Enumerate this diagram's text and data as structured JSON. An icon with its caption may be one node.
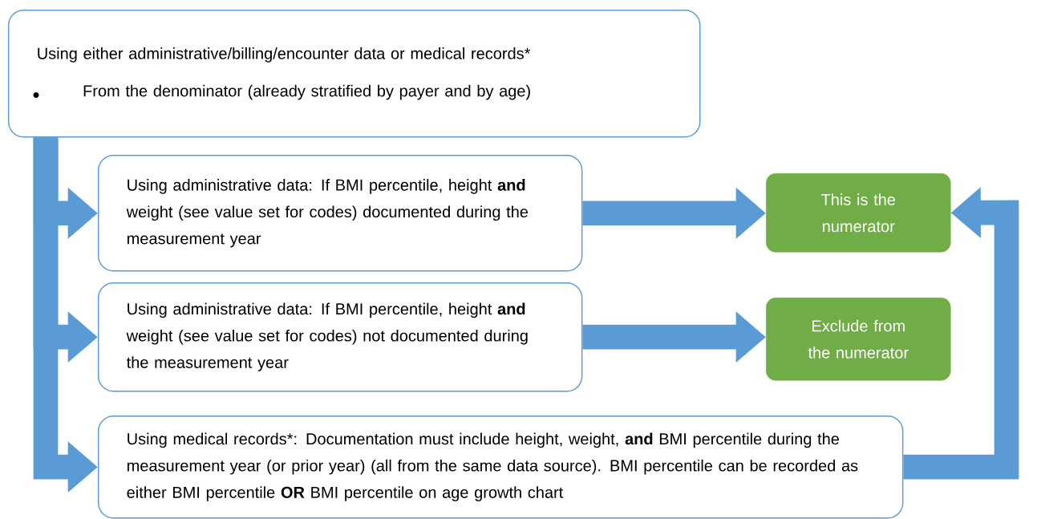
{
  "diagram": {
    "nodes": [
      {
        "text": [
          "Using either administrative/billing/encounter data or medical records*",
          "From the denominator (already stratified by payer and by age)"
        ]
      },
      {
        "text": [
          "Using administrative data: If BMI percentile, height **and** weight (see value set for codes) documented during the measurement year"
        ]
      },
      {
        "text": [
          "This is the numerator"
        ]
      },
      {
        "text": [
          "Using administrative data: If BMI percentile, height **and** weight (see value set for codes) not documented during the measurement year"
        ]
      },
      {
        "text": [
          "Exclude from the numerator"
        ]
      },
      {
        "text": [
          "Using medical records*: Documentation must include height, weight, **and** BMI percentile during the measurement year (or prior year) (all from the same data source). BMI percentile can be recorded as either BMI percentile **OR** BMI percentile on age growth chart"
        ]
      }
    ],
    "edges": [
      {
        "from": 0,
        "to": 1,
        "arrow": "to"
      },
      {
        "from": 0,
        "to": 3,
        "arrow": "to"
      },
      {
        "from": 0,
        "to": 5,
        "arrow": "to"
      },
      {
        "from": 1,
        "to": 2,
        "arrow": "to"
      },
      {
        "from": 3,
        "to": 4,
        "arrow": "to"
      },
      {
        "from": 5,
        "to": 2,
        "arrow": "to"
      }
    ]
  }
}
